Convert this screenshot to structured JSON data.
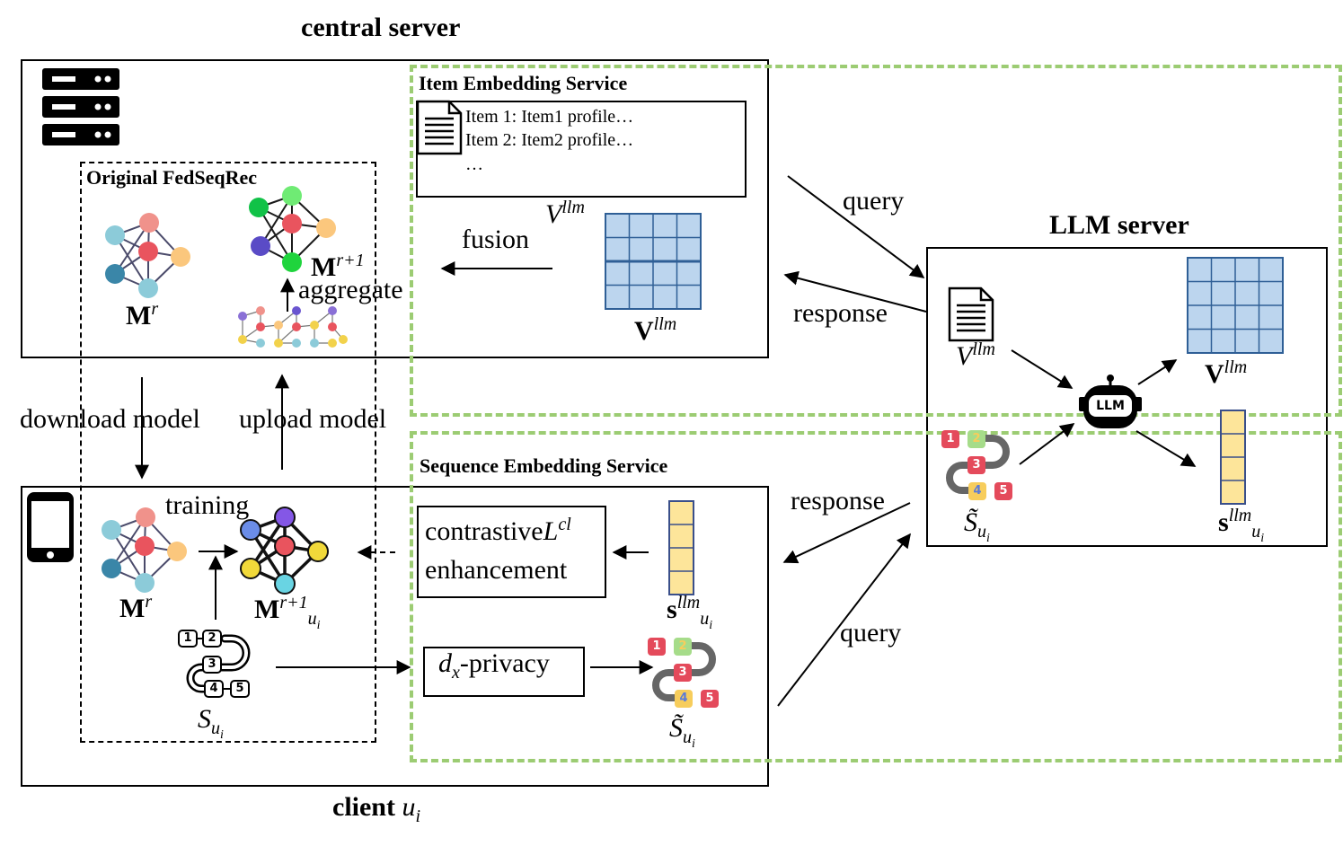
{
  "central": {
    "title": "central server",
    "fedseqrec_title": "Original FedSeqRec",
    "model_r": "M",
    "model_r_sup": "r",
    "model_r1": "M",
    "model_r1_sup": "r+1",
    "aggregate": "aggregate"
  },
  "item_service": {
    "title": "Item Embedding Service",
    "lines": [
      "Item 1: Item1 profile…",
      "Item 2: Item2 profile…",
      "…"
    ],
    "v_llm_italic": "V",
    "v_llm_sup": "llm",
    "fusion": "fusion",
    "v_llm_bold": "V",
    "v_llm_bold_sup": "llm"
  },
  "arrows": {
    "query_top": "query",
    "response_top": "response",
    "download": "download model",
    "upload": "upload model",
    "response_bottom": "response",
    "query_bottom": "query"
  },
  "llm": {
    "title": "LLM server",
    "v_in": "V",
    "v_in_sup": "llm",
    "v_out": "V",
    "v_out_sup": "llm",
    "badge": "LLM",
    "s_tilde": "S̃",
    "s_tilde_sub": "u",
    "s_tilde_subsub": "i",
    "s_out": "s",
    "s_out_sup": "llm",
    "s_out_sub": "u",
    "s_out_subsub": "i"
  },
  "seq_service": {
    "title": "Sequence Embedding Service",
    "contrastive_1": "contrastive",
    "contrastive_math": "L",
    "contrastive_sup": "cl",
    "contrastive_2": "enhancement",
    "s_llm": "s",
    "s_llm_sup": "llm",
    "s_llm_sub": "u",
    "s_llm_subsub": "i",
    "privacy_math": "d",
    "privacy_sub": "x",
    "privacy_text": "-privacy",
    "s_tilde": "S̃",
    "s_tilde_sub": "u",
    "s_tilde_subsub": "i"
  },
  "client": {
    "title": "client",
    "title_math": "u",
    "title_sub": "i",
    "training": "training",
    "model_r": "M",
    "model_r_sup": "r",
    "model_u": "M",
    "model_u_sup": "r+1",
    "model_u_sub": "u",
    "model_u_subsub": "i",
    "seq": "S",
    "seq_sub": "u",
    "seq_subsub": "i"
  },
  "sequence_numbers": [
    "1",
    "2",
    "3",
    "4",
    "5"
  ],
  "colors": {
    "green_dash": "#9ccc73",
    "matrix_blue": "#bcd5ee",
    "matrix_line": "#2f5f96",
    "vector_yellow": "#fde59a",
    "vector_line": "#3a4f8a"
  }
}
